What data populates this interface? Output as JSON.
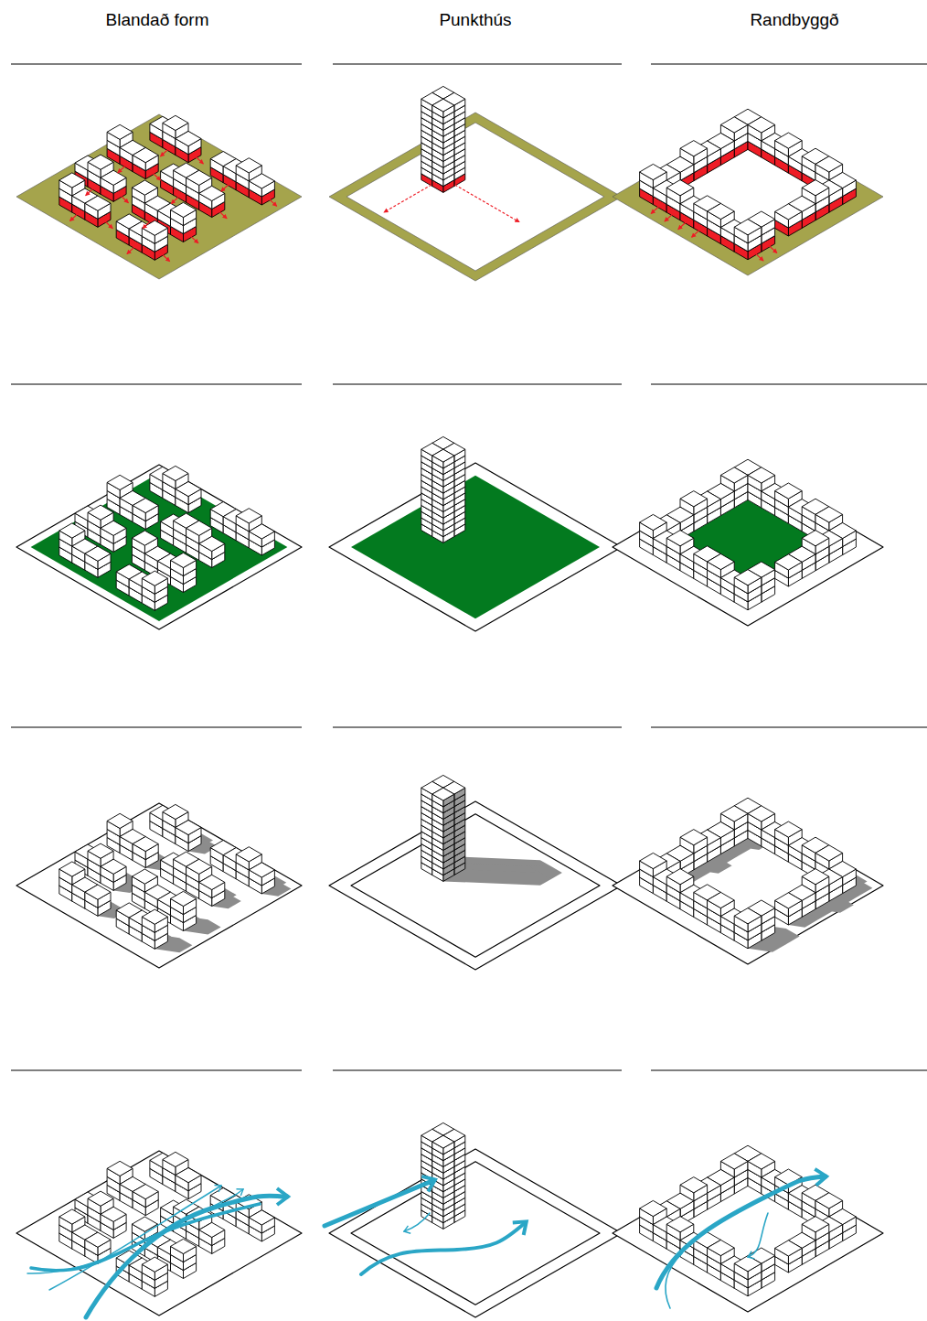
{
  "diagram": {
    "labels": [
      "Blandað form",
      "Punkthús",
      "Randbyggð"
    ]
  }
}
